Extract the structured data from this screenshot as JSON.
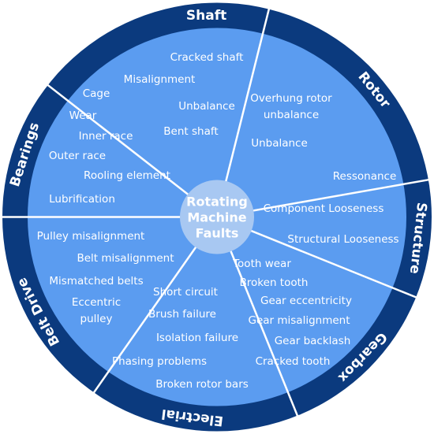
{
  "colors": {
    "ring": "#0b3a7e",
    "sector": "#5b9cf0",
    "center": "#a8c8f2",
    "divider": "#ffffff",
    "text": "#ffffff"
  },
  "center": {
    "lines": [
      "Rotating",
      "Machine",
      "Faults"
    ]
  },
  "categories": [
    {
      "name": "Shaft",
      "items": [
        "Cracked shaft",
        "Misalignment",
        "Unbalance",
        "Bent shaft"
      ]
    },
    {
      "name": "Rotor",
      "items": [
        "Overhung rotor",
        "unbalance",
        "Unbalance"
      ]
    },
    {
      "name": "Structure",
      "items": [
        "Ressonance",
        "Component Looseness",
        "Structural Looseness"
      ]
    },
    {
      "name": "Gearbox",
      "items": [
        "Tooth wear",
        "Broken tooth",
        "Gear eccentricity",
        "Gear misalignment",
        "Gear backlash",
        "Cracked tooth"
      ]
    },
    {
      "name": "Electrial",
      "items": [
        "Short circuit",
        "Brush failure",
        "Isolation failure",
        "Phasing problems",
        "Broken rotor bars"
      ]
    },
    {
      "name": "Belt Drive",
      "items": [
        "Pulley misalignment",
        "Belt misalignment",
        "Mismatched belts",
        "Eccentric",
        "pulley"
      ]
    },
    {
      "name": "Bearings",
      "items": [
        "Cage",
        "Wear",
        "Inner race",
        "Outer race",
        "Rooling element",
        "Lubrification"
      ]
    }
  ]
}
